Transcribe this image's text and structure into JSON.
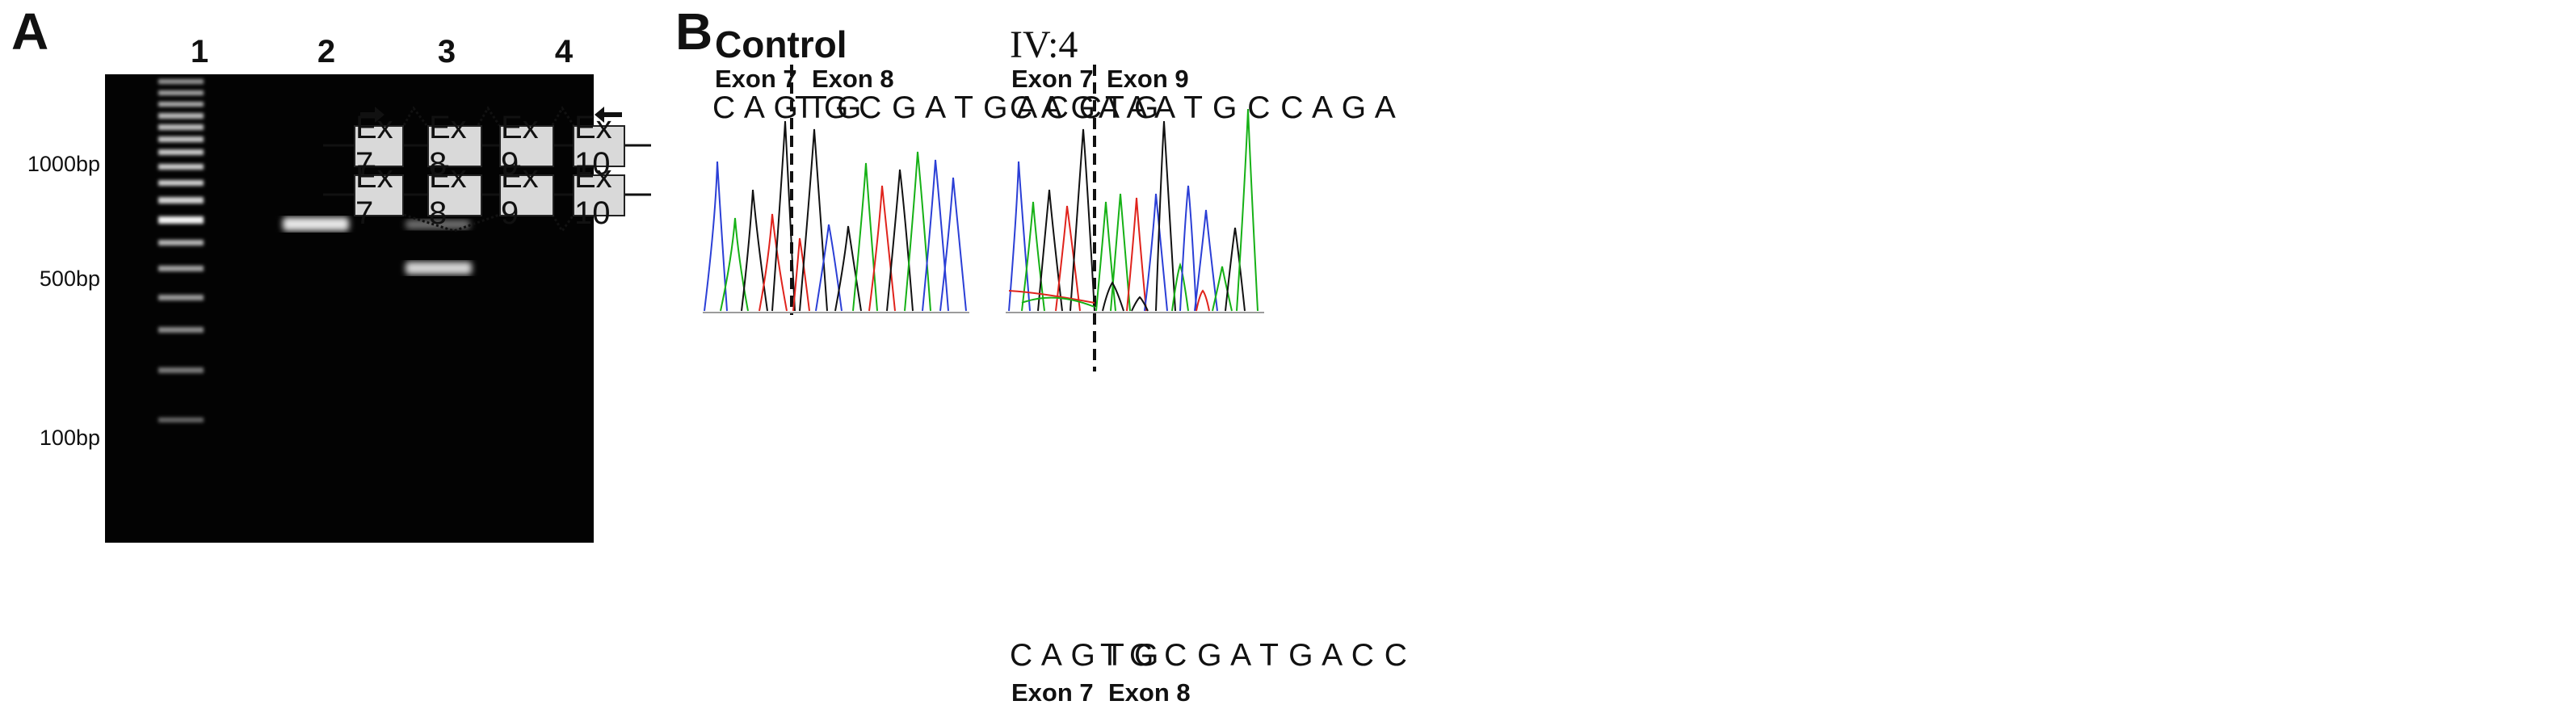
{
  "panel_a": {
    "letter": "A",
    "lanes": [
      "1",
      "2",
      "3",
      "4"
    ],
    "size_markers": [
      "1000bp",
      "500bp",
      "100bp"
    ],
    "transcripts": [
      {
        "exons": [
          "Ex 7",
          "Ex 8",
          "Ex 9",
          "Ex 10"
        ]
      },
      {
        "exons": [
          "Ex 7",
          "Ex 8",
          "Ex 9",
          "Ex 10"
        ]
      }
    ]
  },
  "panel_b": {
    "letter": "B",
    "control": {
      "title": "Control",
      "exon_left": "Exon 7",
      "exon_right": "Exon 8",
      "seq_left": "C A G T G",
      "seq_right": "T G C G A T G A C C"
    },
    "patient": {
      "title": "IV:4",
      "exon_left_top": "Exon 7",
      "exon_right_top": "Exon 9",
      "seq_left_top": "C A G T G",
      "seq_right_top": "A A A T G C C A G A",
      "seq_left_bottom": "C A G T G",
      "seq_right_bottom": "T G C G A T G A C C",
      "exon_left_bottom": "Exon 7",
      "exon_right_bottom": "Exon 8"
    }
  },
  "colors": {
    "trace_A": "#16b116",
    "trace_C": "#2b3fd6",
    "trace_G": "#111111",
    "trace_T": "#e0231c"
  }
}
